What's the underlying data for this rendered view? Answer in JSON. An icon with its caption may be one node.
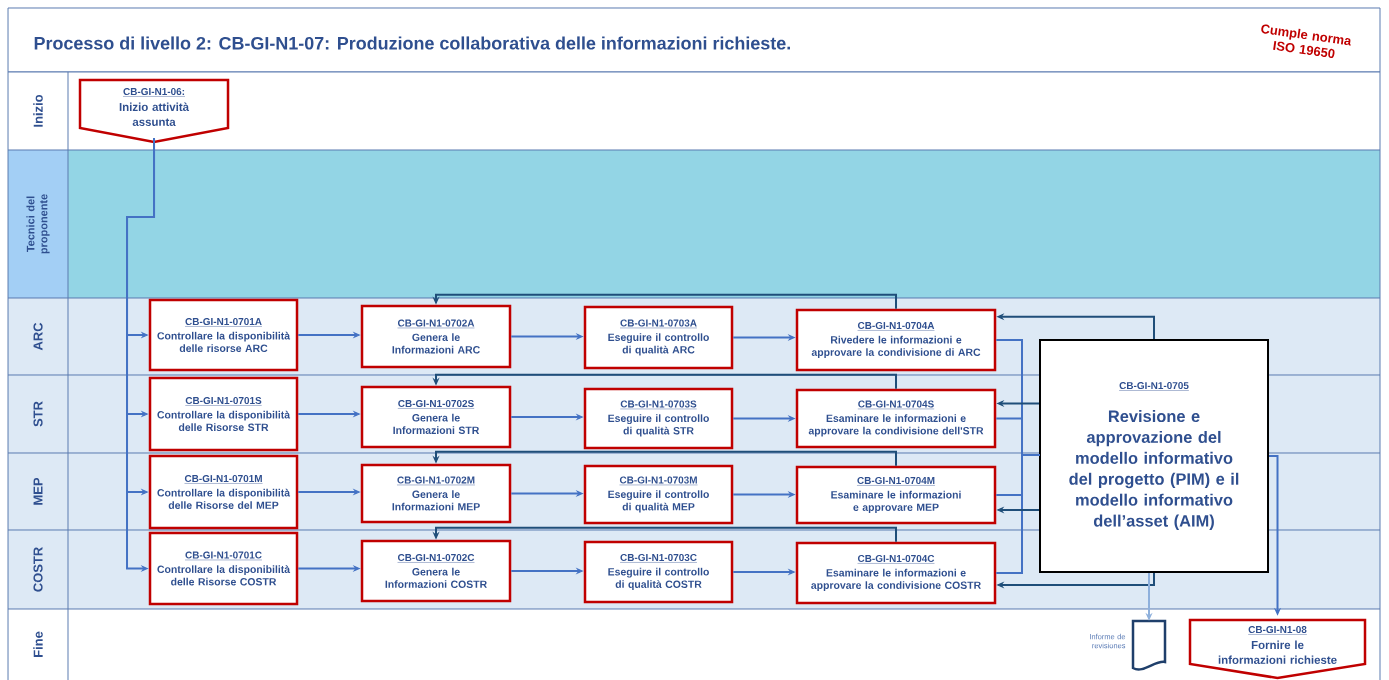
{
  "diagram": {
    "title": "Processo di livello 2: CB-GI-N1-07: Produzione collaborativa delle informazioni richieste.",
    "nodes": [
      {
        "text": [
          "CB-GI-N1-06:",
          "Inizio attività assunta"
        ]
      },
      {
        "text": [
          "CB-GI-N1-0701A",
          "Controllare la disponibilità delle risorse ARC"
        ]
      },
      {
        "text": [
          "CB-GI-N1-0702A",
          "Genera le Informazioni ARC"
        ]
      },
      {
        "text": [
          "CB-GI-N1-0703A",
          "Eseguire il controllo di qualità ARC"
        ]
      },
      {
        "text": [
          "CB-GI-N1-0704A",
          "Rivedere le informazioni e approvare la condivisione di ARC"
        ]
      },
      {
        "text": [
          "CB-GI-N1-0705",
          "Revisione e approvazione del modello informativo del progetto (PIM) e il modello informativo dell’asset (AIM)"
        ]
      },
      {
        "text": [
          "CB-GI-N1-0701S",
          "Controllare la disponibilità delle Risorse STR"
        ]
      },
      {
        "text": [
          "CB-GI-N1-0702S",
          "Genera le Informazioni STR"
        ]
      },
      {
        "text": [
          "CB-GI-N1-0703S",
          "Eseguire il controllo di qualità STR"
        ]
      },
      {
        "text": [
          "CB-GI-N1-0704S",
          "Esaminare le informazioni e approvare la condivisione dell'STR"
        ]
      },
      {
        "text": [
          "CB-GI-N1-0701M",
          "Controllare la disponibilità delle Risorse del MEP"
        ]
      },
      {
        "text": [
          "CB-GI-N1-0702M",
          "Genera le Informazioni MEP"
        ]
      },
      {
        "text": [
          "CB-GI-N1-0703M",
          "Eseguire il controllo di qualità MEP"
        ]
      },
      {
        "text": [
          "CB-GI-N1-0704M",
          "Esaminare le informazioni e approvare MEP"
        ]
      },
      {
        "text": [
          "CB-GI-N1-0701C",
          "Controllare la disponibilità delle Risorse COSTR"
        ]
      },
      {
        "text": [
          "CB-GI-N1-0702C",
          "Genera le Informazioni COSTR"
        ]
      },
      {
        "text": [
          "CB-GI-N1-0703C",
          "Eseguire il controllo di qualità COSTR"
        ]
      },
      {
        "text": [
          "CB-GI-N1-0704C",
          "Esaminare le informazioni e approvare la condivisione COSTR"
        ]
      },
      {
        "text": [],
        "shape": "document",
        "beside": [
          "Informe de revisiones"
        ]
      },
      {
        "text": [
          "CB-GI-N1-08",
          "Fornire le informazioni richieste"
        ]
      }
    ],
    "edges": [
      {
        "from": 0,
        "to": 1,
        "arrow": "to"
      },
      {
        "from": 0,
        "to": 6,
        "arrow": "to"
      },
      {
        "from": 0,
        "to": 10,
        "arrow": "to"
      },
      {
        "from": 0,
        "to": 14,
        "arrow": "to"
      },
      {
        "from": 1,
        "to": 2,
        "arrow": "to"
      },
      {
        "from": 2,
        "to": 3,
        "arrow": "to"
      },
      {
        "from": 3,
        "to": 4,
        "arrow": "to"
      },
      {
        "from": 6,
        "to": 7,
        "arrow": "to"
      },
      {
        "from": 7,
        "to": 8,
        "arrow": "to"
      },
      {
        "from": 8,
        "to": 9,
        "arrow": "to"
      },
      {
        "from": 10,
        "to": 11,
        "arrow": "to"
      },
      {
        "from": 11,
        "to": 12,
        "arrow": "to"
      },
      {
        "from": 12,
        "to": 13,
        "arrow": "to"
      },
      {
        "from": 14,
        "to": 15,
        "arrow": "to"
      },
      {
        "from": 15,
        "to": 16,
        "arrow": "to"
      },
      {
        "from": 16,
        "to": 17,
        "arrow": "to"
      },
      {
        "from": 4,
        "to": 5,
        "arrow": "none"
      },
      {
        "from": 9,
        "to": 5,
        "arrow": "none"
      },
      {
        "from": 13,
        "to": 5,
        "arrow": "none"
      },
      {
        "from": 17,
        "to": 5,
        "arrow": "none"
      },
      {
        "from": 5,
        "to": 4,
        "arrow": "to",
        "color": "#1f4e79"
      },
      {
        "from": 5,
        "to": 9,
        "arrow": "to",
        "color": "#1f4e79"
      },
      {
        "from": 5,
        "to": 13,
        "arrow": "to",
        "color": "#1f4e79"
      },
      {
        "from": 5,
        "to": 17,
        "arrow": "to",
        "color": "#1f4e79"
      },
      {
        "from": 4,
        "to": 2,
        "arrow": "to",
        "color": "#1f4e79"
      },
      {
        "from": 9,
        "to": 7,
        "arrow": "to",
        "color": "#1f4e79"
      },
      {
        "from": 13,
        "to": 11,
        "arrow": "to",
        "color": "#1f4e79"
      },
      {
        "from": 17,
        "to": 15,
        "arrow": "to",
        "color": "#1f4e79"
      },
      {
        "from": 5,
        "to": 18,
        "arrow": "to",
        "color": "#8eb0dc"
      },
      {
        "from": 5,
        "to": 19,
        "arrow": "to"
      }
    ],
    "labels": [
      "Cumple norma ISO 19650",
      "Inizio",
      "Tecnici del proponente",
      "ARC",
      "STR",
      "MEP",
      "COSTR",
      "Fine"
    ]
  }
}
